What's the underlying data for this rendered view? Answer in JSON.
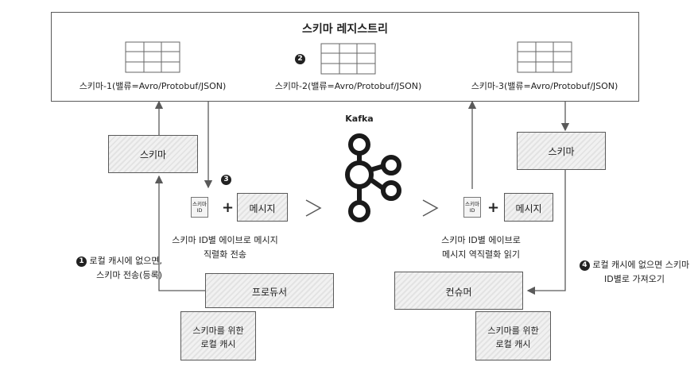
{
  "registry": {
    "title": "스키마 레지스트리",
    "schemas": [
      "스키마-1(밸류=Avro/Protobuf/JSON)",
      "스키마-2(밸류=Avro/Protobuf/JSON)",
      "스키마-3(밸류=Avro/Protobuf/JSON)"
    ]
  },
  "kafka": {
    "label": "Kafka"
  },
  "producer_side": {
    "schema_box": "스키마",
    "id_badge": "스키마\nID",
    "plus": "+",
    "message_box": "메시지",
    "serialize_caption": "스키마 ID별 에이브로 메시지\n직렬화 전송",
    "producer_box": "프로듀서",
    "cache_box": "스키마를 위한\n로컬 캐시",
    "step1": "로컬 캐시에 없으면,\n스키마 전송(등록)"
  },
  "consumer_side": {
    "schema_box": "스키마",
    "id_badge": "스키마\nID",
    "plus": "+",
    "message_box": "메시지",
    "deserialize_caption": "스키마 ID별 에이브로\n메시지 역직렬화 읽기",
    "consumer_box": "컨슈머",
    "cache_box": "스키마를 위한\n로컬 캐시",
    "step4": "로컬 캐시에 없으면 스키마\nID별로 가져오기"
  },
  "step_numbers": {
    "one": "1",
    "two": "2",
    "three": "3",
    "four": "4"
  },
  "colors": {
    "line": "#5a5a5a",
    "box_fill": "#f1f1f1",
    "number_fill": "#222222"
  }
}
